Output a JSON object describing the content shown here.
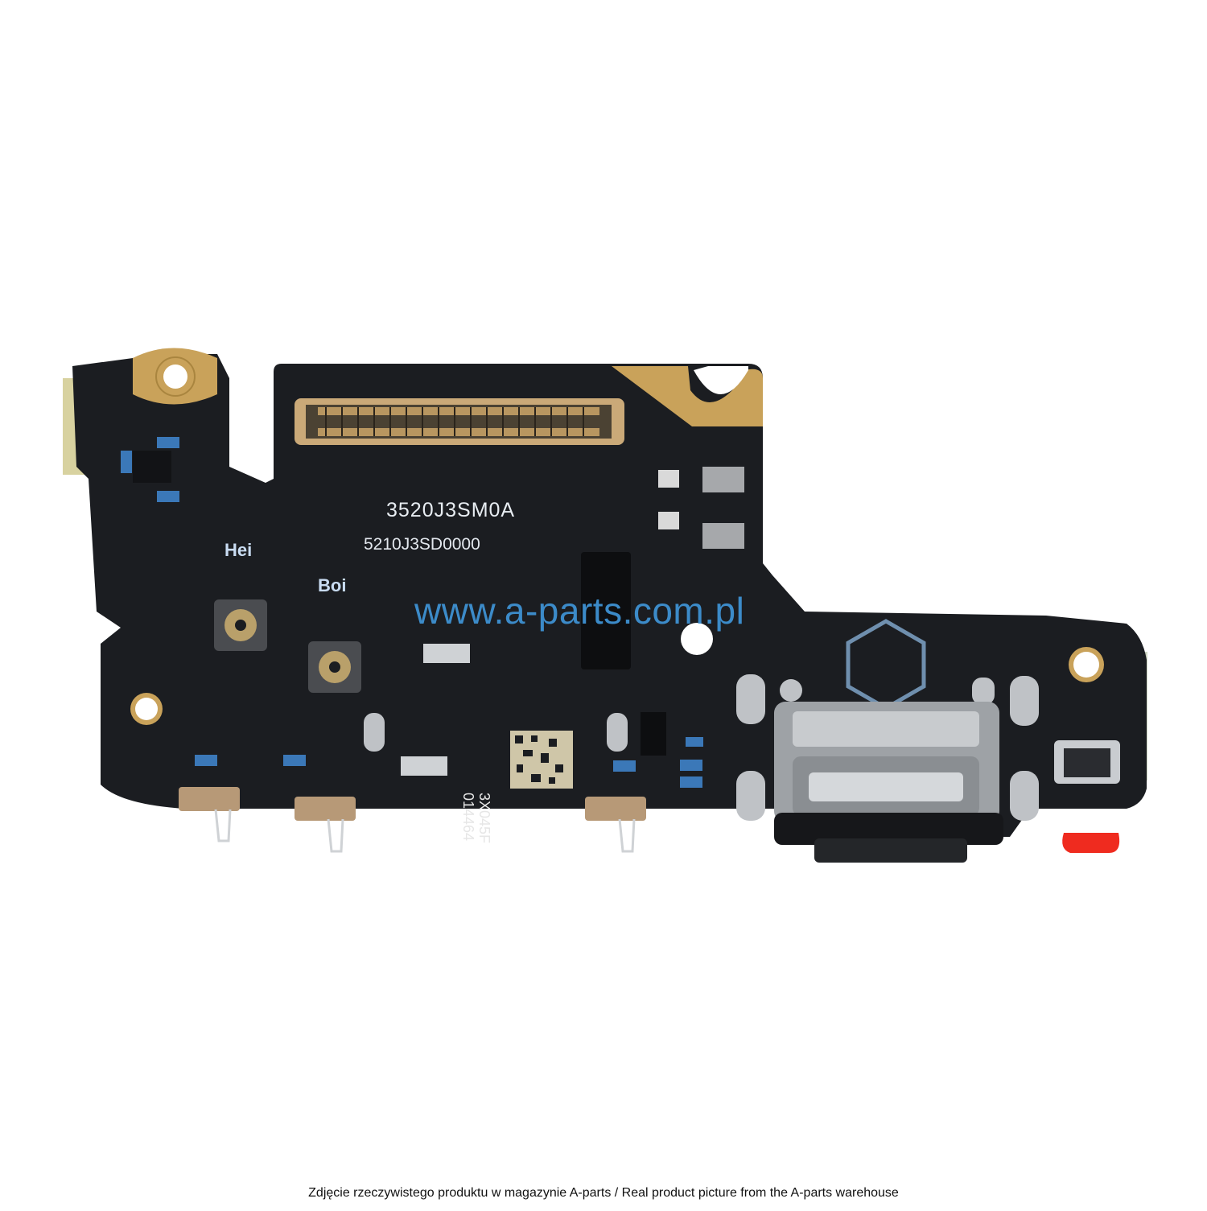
{
  "image": {
    "subject": "charging port flex board",
    "pcb_markings": {
      "code_top": "3520J3SM0A",
      "code_bottom": "5210J3SD0000",
      "label_left": "Hei",
      "label_right": "Boi",
      "vertical_code": "3X045F\n014464"
    },
    "watermark": "www.a-parts.com.pl",
    "caption": "Zdjęcie rzeczywistego produktu w magazynie A-parts / Real product picture from the A-parts warehouse"
  },
  "colors": {
    "pcb": "#1b1d21",
    "gold_pad": "#c9a25a",
    "watermark": "#3f95d8",
    "red_tab": "#ef2b1f",
    "metal": "#b9bcc0"
  },
  "icons": [
    "hexagon-logo-icon",
    "datamatrix-code-icon"
  ]
}
